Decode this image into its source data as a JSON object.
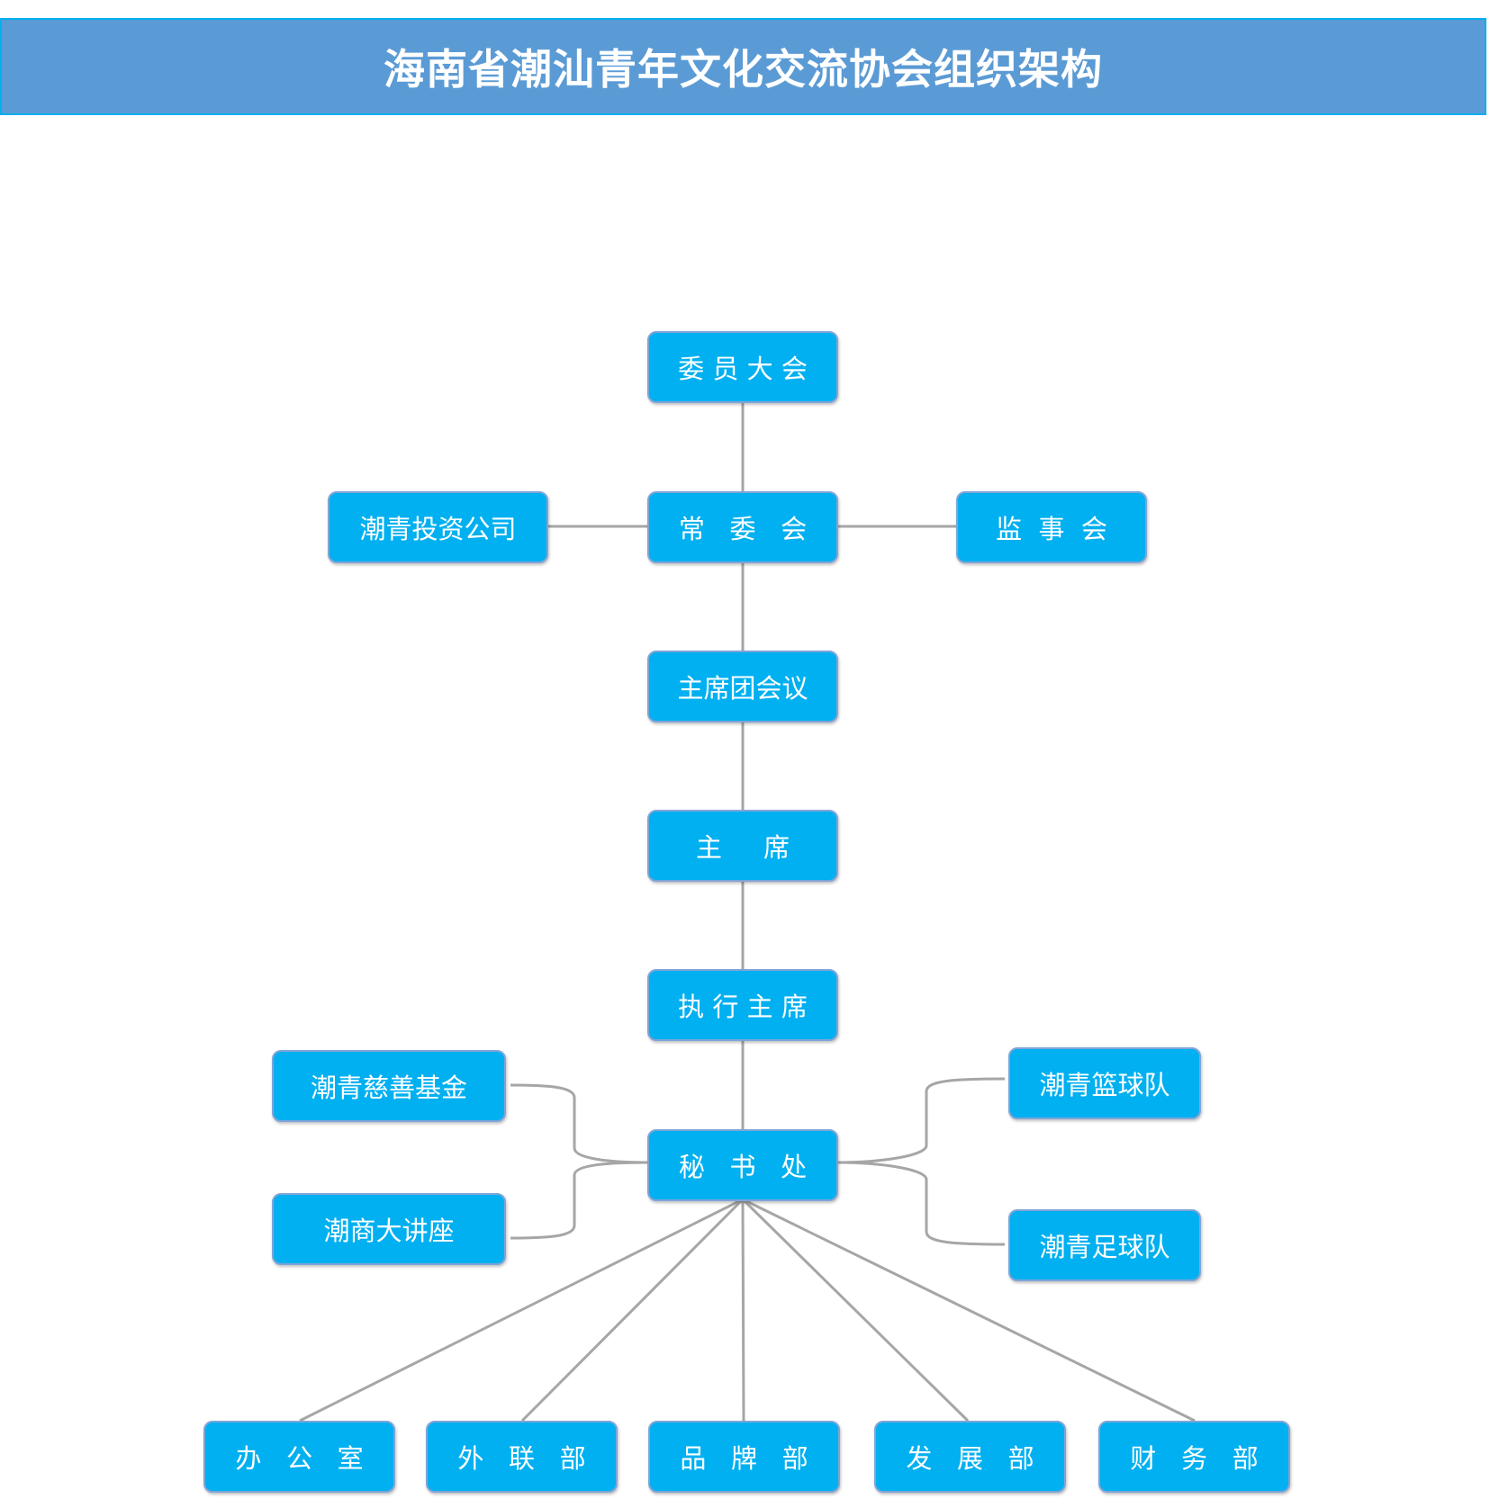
{
  "title": "海南省潮汕青年文化交流协会组织架构",
  "colors": {
    "title_bg": "#5b9bd5",
    "node_fill": "#00b0f0",
    "node_border": "#7fa4d8",
    "connector": "#a6a6a6",
    "text": "#ffffff"
  },
  "nodes": {
    "weiyuan_dahui": "委 员 大 会",
    "changweihui": "常   委   会",
    "touzi_gongsi": "潮青投资公司",
    "jianshihui": "监  事  会",
    "zhuxituan": "主席团会议",
    "zhuxi": "主     席",
    "zhixing_zhuxi": "执 行 主 席",
    "mishuchu": "秘   书   处",
    "cishan_jijin": "潮青慈善基金",
    "dajiangzuo": "潮商大讲座",
    "lanqiudui": "潮青篮球队",
    "zuqiudui": "潮青足球队",
    "bangongshi": "办   公   室",
    "wailianbu": "外   联   部",
    "pinpaibu": "品   牌   部",
    "fazhanbu": "发   展   部",
    "caiwubu": "财   务   部"
  }
}
